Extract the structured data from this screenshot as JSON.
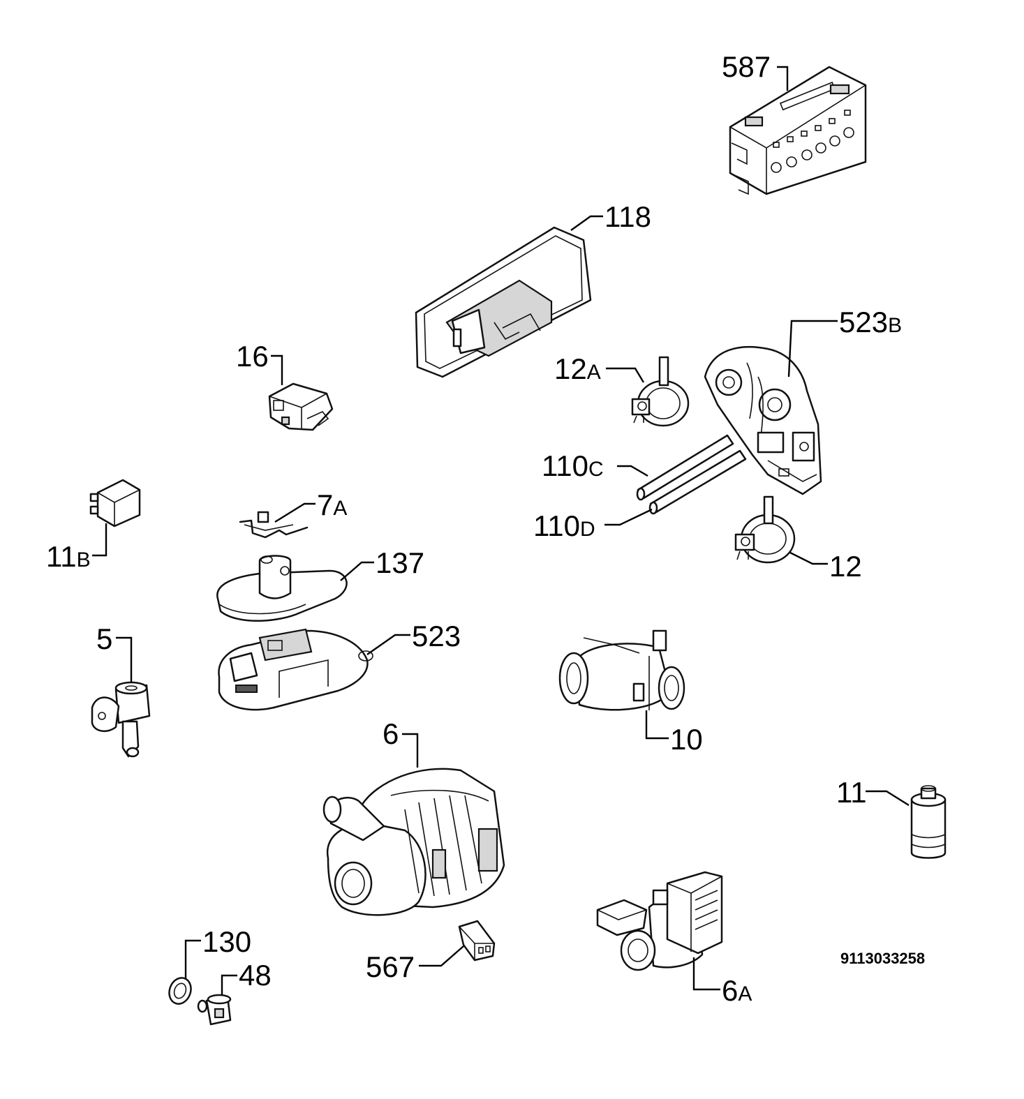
{
  "diagram": {
    "document_number": "9113033258",
    "parts": {
      "p587": {
        "number": "587",
        "suffix": ""
      },
      "p118": {
        "number": "118",
        "suffix": ""
      },
      "p523b": {
        "number": "523",
        "suffix": "B"
      },
      "p16": {
        "number": "16",
        "suffix": ""
      },
      "p12a": {
        "number": "12",
        "suffix": "A"
      },
      "p110c": {
        "number": "110",
        "suffix": "C"
      },
      "p110d": {
        "number": "110",
        "suffix": "D"
      },
      "p12": {
        "number": "12",
        "suffix": ""
      },
      "p11b": {
        "number": "11",
        "suffix": "B"
      },
      "p7a": {
        "number": "7",
        "suffix": "A"
      },
      "p137": {
        "number": "137",
        "suffix": ""
      },
      "p5": {
        "number": "5",
        "suffix": ""
      },
      "p523": {
        "number": "523",
        "suffix": ""
      },
      "p10": {
        "number": "10",
        "suffix": ""
      },
      "p6": {
        "number": "6",
        "suffix": ""
      },
      "p11": {
        "number": "11",
        "suffix": ""
      },
      "p130": {
        "number": "130",
        "suffix": ""
      },
      "p48": {
        "number": "48",
        "suffix": ""
      },
      "p567": {
        "number": "567",
        "suffix": ""
      },
      "p6a": {
        "number": "6",
        "suffix": "A"
      }
    }
  }
}
